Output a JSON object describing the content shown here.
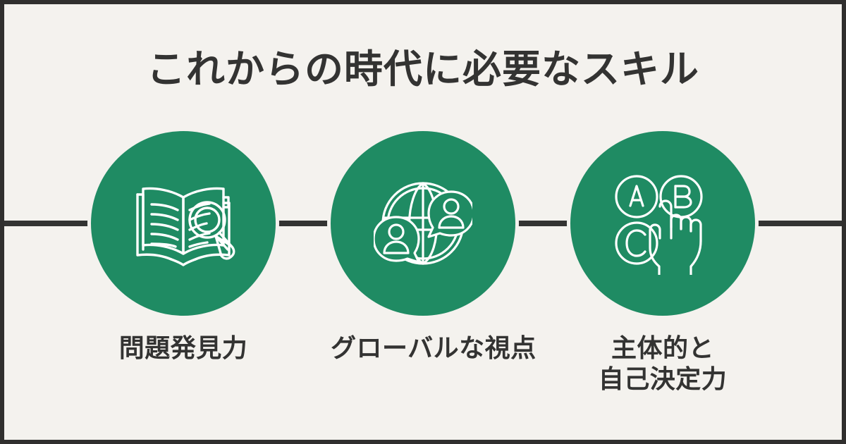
{
  "poster": {
    "title": "これからの時代に必要なスキル",
    "background_color": "#f4f2ee",
    "frame_color": "#302f2e",
    "accent_color": "#1f8b63",
    "text_color": "#333332"
  },
  "skills": [
    {
      "icon_name": "book-magnifier-icon",
      "label": "問題発見力",
      "label_line2": ""
    },
    {
      "icon_name": "globe-people-chat-icon",
      "label": "グローバルな視点",
      "label_line2": ""
    },
    {
      "icon_name": "abc-choice-hand-icon",
      "label": "主体的と",
      "label_line2": "自己決定力"
    }
  ]
}
